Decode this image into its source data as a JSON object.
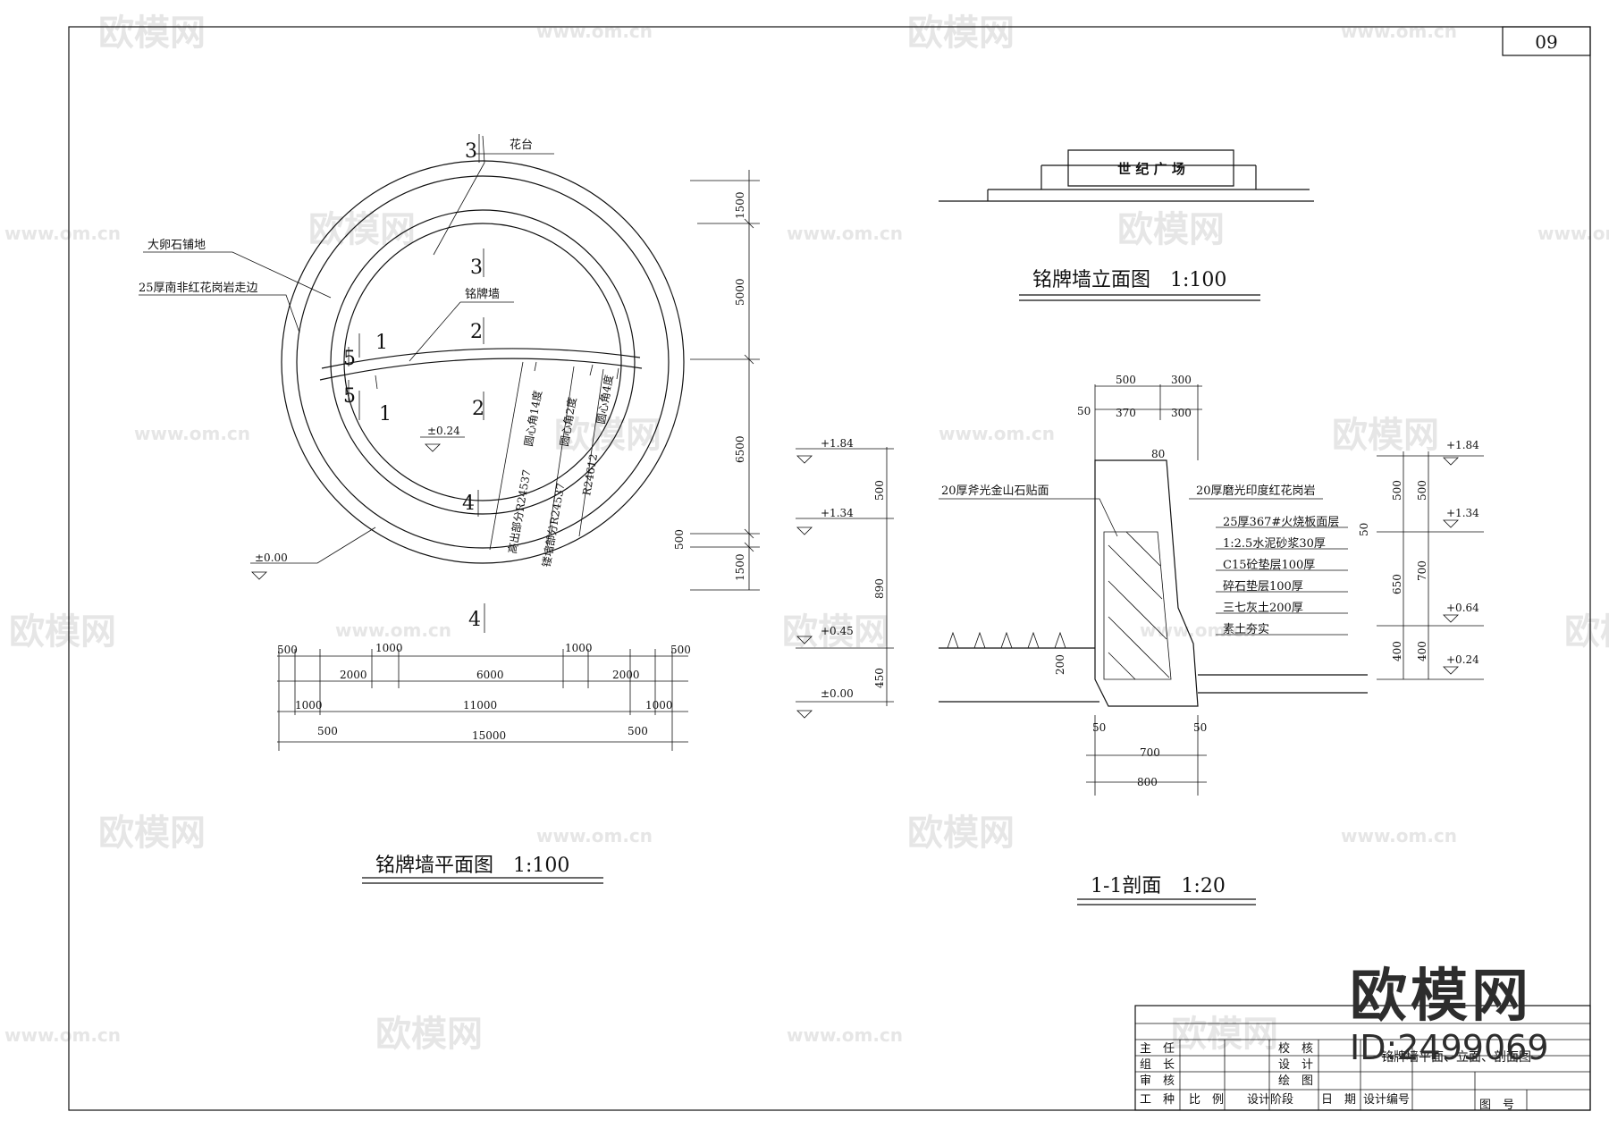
{
  "sheet": {
    "number": "09",
    "titleblock": {
      "r1": [
        "主　任",
        "校　核"
      ],
      "r2": [
        "组　长",
        "设　计"
      ],
      "r3": [
        "审　核",
        "绘　图"
      ],
      "r4": [
        "工　种",
        "比　例",
        "设计阶段",
        "日　期",
        "设计编号",
        "图　号"
      ],
      "drawing_name": "铭牌墙平面、立面、剖面图"
    }
  },
  "watermark": {
    "brand": "欧模网",
    "url": "www.om.cn",
    "id": "ID:2499069"
  },
  "plan": {
    "title": "铭牌墙平面图　1:100",
    "labels": {
      "huatai": "花台",
      "dalunshi": "大卵石铺地",
      "granite_edge": "25厚南非红花岗岩走边",
      "mingpaiqiang": "铭牌墙",
      "el_024": "±0.24",
      "el_000": "±0.00",
      "arc1": "高出部分R24537",
      "arc2": "镂墙部分R24537",
      "arc3": "R24612",
      "ang1": "圆心角14度",
      "ang2": "圆心角2度",
      "ang3": "圆心角4度"
    },
    "section_marks": [
      "3",
      "3",
      "2",
      "2",
      "1",
      "1",
      "5",
      "5",
      "4",
      "4"
    ],
    "dims_vertical": [
      "1500",
      "5000",
      "6500",
      "500",
      "1500"
    ],
    "dims_row1": [
      "500",
      "1000",
      "1000",
      "500"
    ],
    "dims_row2": [
      "2000",
      "6000",
      "2000"
    ],
    "dims_row3": [
      "1000",
      "11000",
      "1000"
    ],
    "dims_row4": [
      "500",
      "500"
    ],
    "dims_total": "15000"
  },
  "elevation": {
    "sign_text": "世 纪 广 场",
    "title": "铭牌墙立面图　1:100"
  },
  "section": {
    "title": "1-1剖面　1:20",
    "label_left": "20厚斧光金山石贴面",
    "label_right": "20厚磨光印度红花岗岩",
    "layers": [
      "25厚367#火烧板面层",
      "1:2.5水泥砂浆30厚",
      "C15砼垫层100厚",
      "碎石垫层100厚",
      "三七灰土200厚",
      "素土夯实"
    ],
    "top_dims": [
      "500",
      "300",
      "50",
      "370",
      "300",
      "80"
    ],
    "bottom_dims": [
      "50",
      "50",
      "700",
      "800"
    ],
    "left_dims": [
      "500",
      "890",
      "450"
    ],
    "left_elev": [
      "+1.84",
      "+1.34",
      "+0.45",
      "±0.00"
    ],
    "right_dims_a": [
      "500",
      "650",
      "400"
    ],
    "right_dims_b": [
      "500",
      "700",
      "400"
    ],
    "right_elev": [
      "+1.84",
      "+1.34",
      "+0.64",
      "+0.24"
    ],
    "small_dims": [
      "50",
      "200"
    ]
  }
}
